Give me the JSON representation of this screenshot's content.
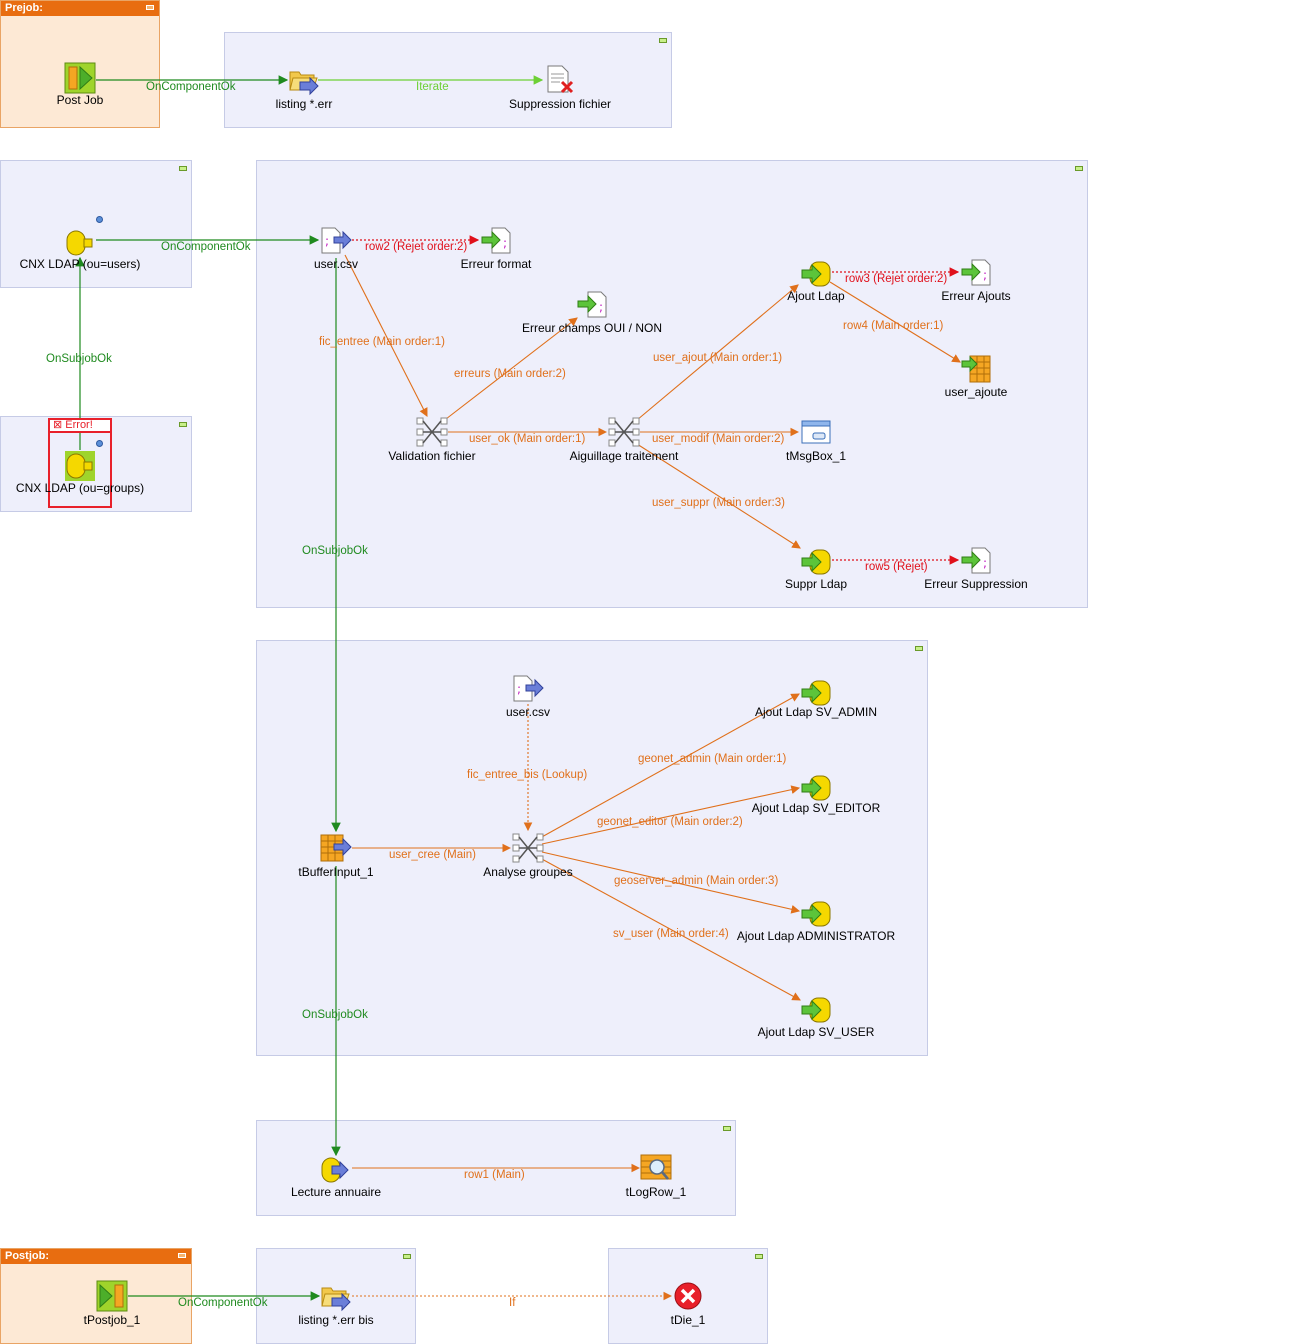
{
  "subjob_headers": {
    "prejob": "Prejob:",
    "postjob": "Postjob:"
  },
  "components": {
    "post_job": "Post Job",
    "listing_err": "listing *.err",
    "suppression_fichier": "Suppression fichier",
    "cnx_ldap_users": "CNX LDAP (ou=users)",
    "cnx_ldap_groups": "CNX LDAP (ou=groups)",
    "user_csv_1": "user.csv",
    "erreur_format": "Erreur format",
    "erreur_champs": "Erreur champs OUI / NON",
    "validation_fichier": "Validation fichier",
    "aiguillage": "Aiguillage traitement",
    "ajout_ldap": "Ajout Ldap",
    "erreur_ajouts": "Erreur Ajouts",
    "user_ajoute": "user_ajoute",
    "tmsgbox": "tMsgBox_1",
    "suppr_ldap": "Suppr Ldap",
    "erreur_suppression": "Erreur Suppression",
    "user_csv_2": "user.csv",
    "ajout_sv_admin": "Ajout Ldap SV_ADMIN",
    "ajout_sv_editor": "Ajout Ldap SV_EDITOR",
    "tbufferinput": "tBufferInput_1",
    "analyse_groupes": "Analyse groupes",
    "ajout_administrator": "Ajout Ldap ADMINISTRATOR",
    "ajout_sv_user": "Ajout Ldap SV_USER",
    "lecture_annuaire": "Lecture annuaire",
    "tlogrow": "tLogRow_1",
    "tpostjob": "tPostjob_1",
    "listing_err_bis": "listing *.err bis",
    "tdie": "tDie_1"
  },
  "error_tag": "Error!",
  "flows": {
    "post_oncomponentok": "OnComponentOk",
    "iterate": "Iterate",
    "cnx_oncomponentok": "OnComponentOk",
    "onsubjobok_groups": "OnSubjobOk",
    "row2": "row2 (Rejet order:2)",
    "fic_entree": "fic_entree (Main order:1)",
    "erreurs": "erreurs (Main order:2)",
    "user_ok": "user_ok (Main order:1)",
    "user_ajout": "user_ajout (Main order:1)",
    "user_modif": "user_modif (Main order:2)",
    "user_suppr": "user_suppr (Main order:3)",
    "row3": "row3 (Rejet order:2)",
    "row4": "row4 (Main order:1)",
    "row5": "row5 (Rejet)",
    "onsubjobok_1": "OnSubjobOk",
    "fic_entree_bis": "fic_entree_bis (Lookup)",
    "user_cree": "user_cree (Main)",
    "geonet_admin": "geonet_admin (Main order:1)",
    "geonet_editor": "geonet_editor (Main order:2)",
    "geoserver_admin": "geoserver_admin (Main order:3)",
    "sv_user": "sv_user (Main order:4)",
    "onsubjobok_2": "OnSubjobOk",
    "row1": "row1 (Main)",
    "postjob_oncomponentok": "OnComponentOk",
    "if": "If"
  },
  "colors": {
    "subjob_bg": "#eeeffb",
    "prejob_bg": "#fde9d5",
    "header_orange": "#e86d10",
    "trigger_green": "#1f8a1f",
    "iterate_lime": "#6dd035",
    "main_orange": "#e0701b",
    "reject_red": "#e0101b"
  }
}
